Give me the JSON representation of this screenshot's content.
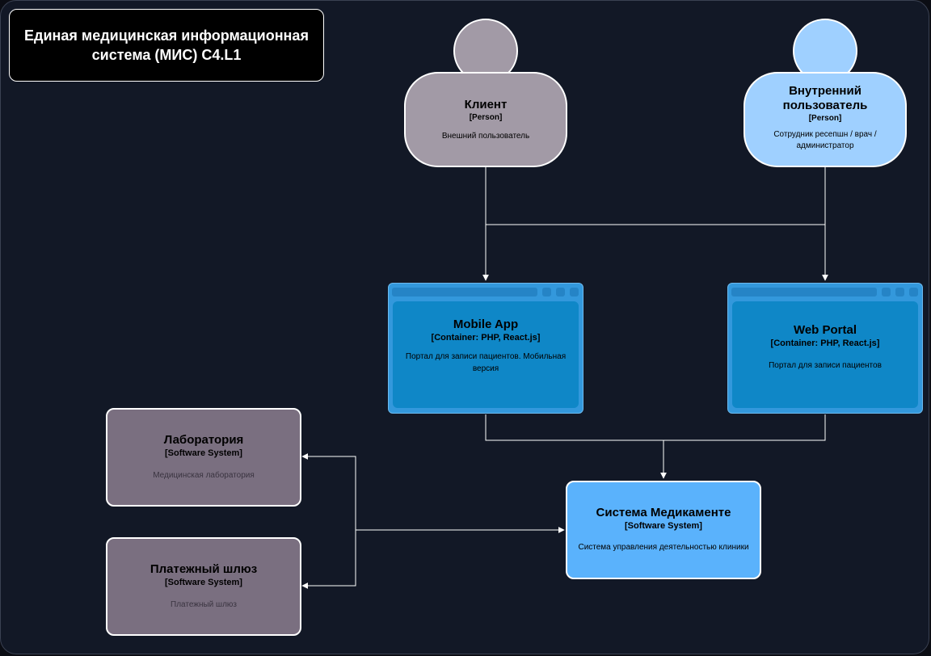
{
  "title": "Единая медицинская информационная система (МИС) C4.L1",
  "colors": {
    "background": "#121826",
    "person_client": "#a29aa6",
    "person_internal": "#9fd0ff",
    "container": "#0f87c7",
    "container_frame": "#3398dc",
    "external_system": "#7a6f80",
    "main_system": "#5ab2fc",
    "connector": "#ffffff"
  },
  "persons": {
    "client": {
      "name": "Клиент",
      "type": "[Person]",
      "description": "Внешний пользователь"
    },
    "internal": {
      "name": "Внутренний пользователь",
      "type": "[Person]",
      "description": "Сотрудник ресепшн / врач / администратор"
    }
  },
  "containers": {
    "mobile": {
      "name": "Mobile App",
      "type": "[Container: PHP, React.js]",
      "description": "Портал для записи пациентов. Мобильная версия"
    },
    "web": {
      "name": "Web Portal",
      "type": "[Container: PHP, React.js]",
      "description": "Портал для записи пациентов"
    }
  },
  "systems": {
    "lab": {
      "name": "Лаборатория",
      "type": "[Software System]",
      "description": "Медицинская лаборатория"
    },
    "payment": {
      "name": "Платежный шлюз",
      "type": "[Software System]",
      "description": "Платежный шлюз"
    },
    "main": {
      "name": "Система Медикаменте",
      "type": "[Software System]",
      "description": "Система управления деятельностью клиники"
    }
  }
}
